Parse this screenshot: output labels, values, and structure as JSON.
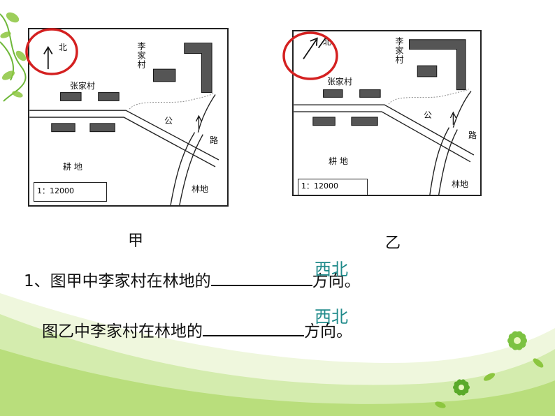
{
  "map_a": {
    "north_label": "北",
    "village_li": "李家村",
    "village_zhang": "张家村",
    "road_gong": "公",
    "road_lu": "路",
    "farmland": "耕 地",
    "forest": "林地",
    "scale": "1：12000"
  },
  "map_b": {
    "north_label": "北",
    "village_li": "李家村",
    "village_zhang": "张家村",
    "road_gong": "公",
    "road_lu": "路",
    "farmland": "耕 地",
    "forest": "林地",
    "scale": "1：12000"
  },
  "captions": {
    "a": "甲",
    "b": "乙"
  },
  "questions": {
    "q1_prefix": "1、图甲中李家村在林地的",
    "q1_suffix": "方向。",
    "q1_answer": "西北",
    "q2_prefix": "图乙中李家村在林地的",
    "q2_suffix": "方向。",
    "q2_answer": "西北"
  },
  "colors": {
    "answer": "#1f8a8a",
    "highlight_circle": "#d42020",
    "leaf": "#5aaa2a"
  }
}
